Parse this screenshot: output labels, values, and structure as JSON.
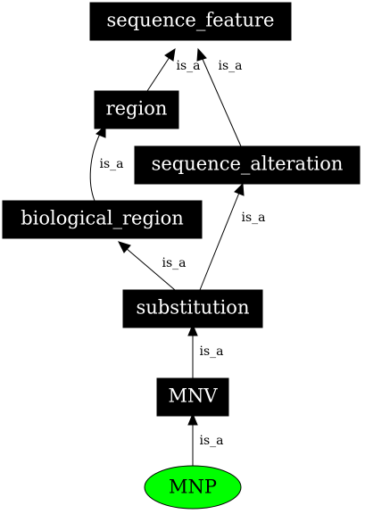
{
  "nodes": {
    "sequence_feature": "sequence_feature",
    "region": "region",
    "sequence_alteration": "sequence_alteration",
    "biological_region": "biological_region",
    "substitution": "substitution",
    "mnv": "MNV",
    "mnp": "MNP"
  },
  "edges": {
    "region_to_sequence_feature": "is_a",
    "sequence_alteration_to_sequence_feature": "is_a",
    "biological_region_to_region": "is_a",
    "substitution_to_biological_region": "is_a",
    "substitution_to_sequence_alteration": "is_a",
    "mnv_to_substitution": "is_a",
    "mnp_to_mnv": "is_a"
  },
  "colors": {
    "node_fill": "#000000",
    "node_text": "#ffffff",
    "leaf_fill": "#00ff00",
    "edge": "#000000"
  }
}
